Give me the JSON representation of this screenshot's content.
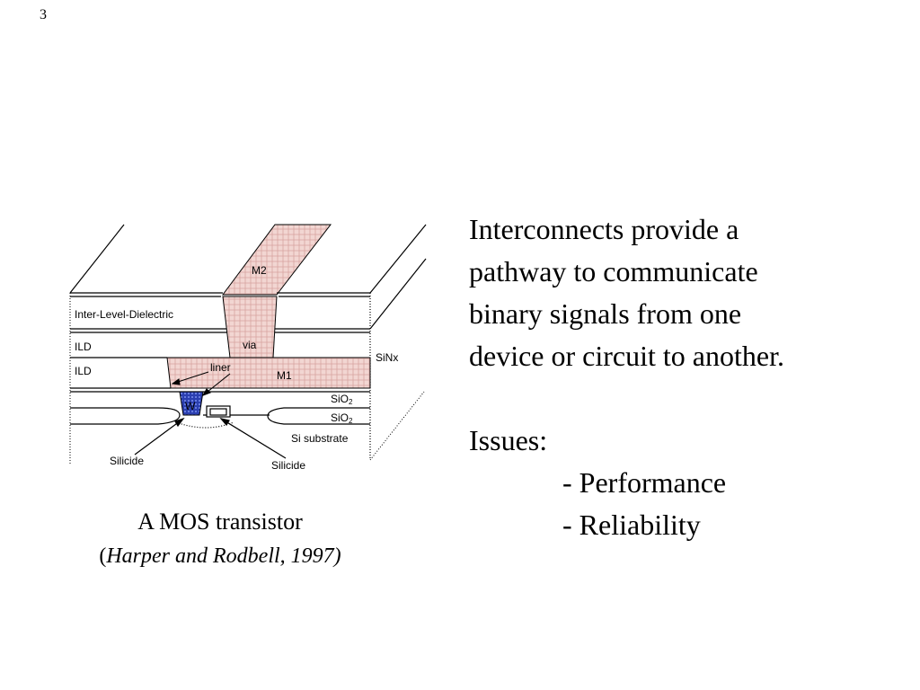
{
  "page_number": "3",
  "diagram": {
    "labels": {
      "m2": "M2",
      "inter_level_dielectric": "Inter-Level-Dielectric",
      "ild_upper": "ILD",
      "via": "via",
      "sinx": "SiNx",
      "ild_lower": "ILD",
      "liner": "liner",
      "m1": "M1",
      "sio2_upper_main": "SiO",
      "sio2_upper_sub": "2",
      "sio2_lower_main": "SiO",
      "sio2_lower_sub": "2",
      "w": "W",
      "si_substrate": "Si substrate",
      "silicide_left": "Silicide",
      "silicide_right": "Silicide"
    },
    "colors": {
      "metal_fill": "#f2d6d2",
      "metal_hatch": "#c98a86",
      "tungsten_fill": "#2b3fb0",
      "tungsten_dots": "#8fa6ff"
    }
  },
  "caption": {
    "title": "A MOS transistor",
    "cite_open": "(",
    "cite_text": "Harper and Rodbell, 1997)"
  },
  "text": {
    "lines": [
      "Interconnects provide a",
      "pathway to communicate",
      "binary signals from one",
      "device or circuit to another."
    ],
    "issues_label": "Issues:",
    "issues": [
      "- Performance",
      "- Reliability"
    ]
  }
}
